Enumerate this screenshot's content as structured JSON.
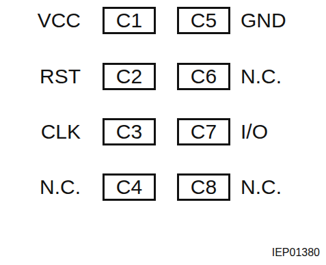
{
  "diagram": {
    "nodes": [
      {
        "text": [
          "C1"
        ]
      },
      {
        "text": [
          "C5"
        ]
      },
      {
        "text": [
          "C2"
        ]
      },
      {
        "text": [
          "C6"
        ]
      },
      {
        "text": [
          "C3"
        ]
      },
      {
        "text": [
          "C7"
        ]
      },
      {
        "text": [
          "C4"
        ]
      },
      {
        "text": [
          "C8"
        ]
      }
    ],
    "labels": [
      "VCC",
      "GND",
      "RST",
      "N.C.",
      "CLK",
      "I/O",
      "N.C.",
      "N.C.",
      "IEP01380"
    ]
  }
}
